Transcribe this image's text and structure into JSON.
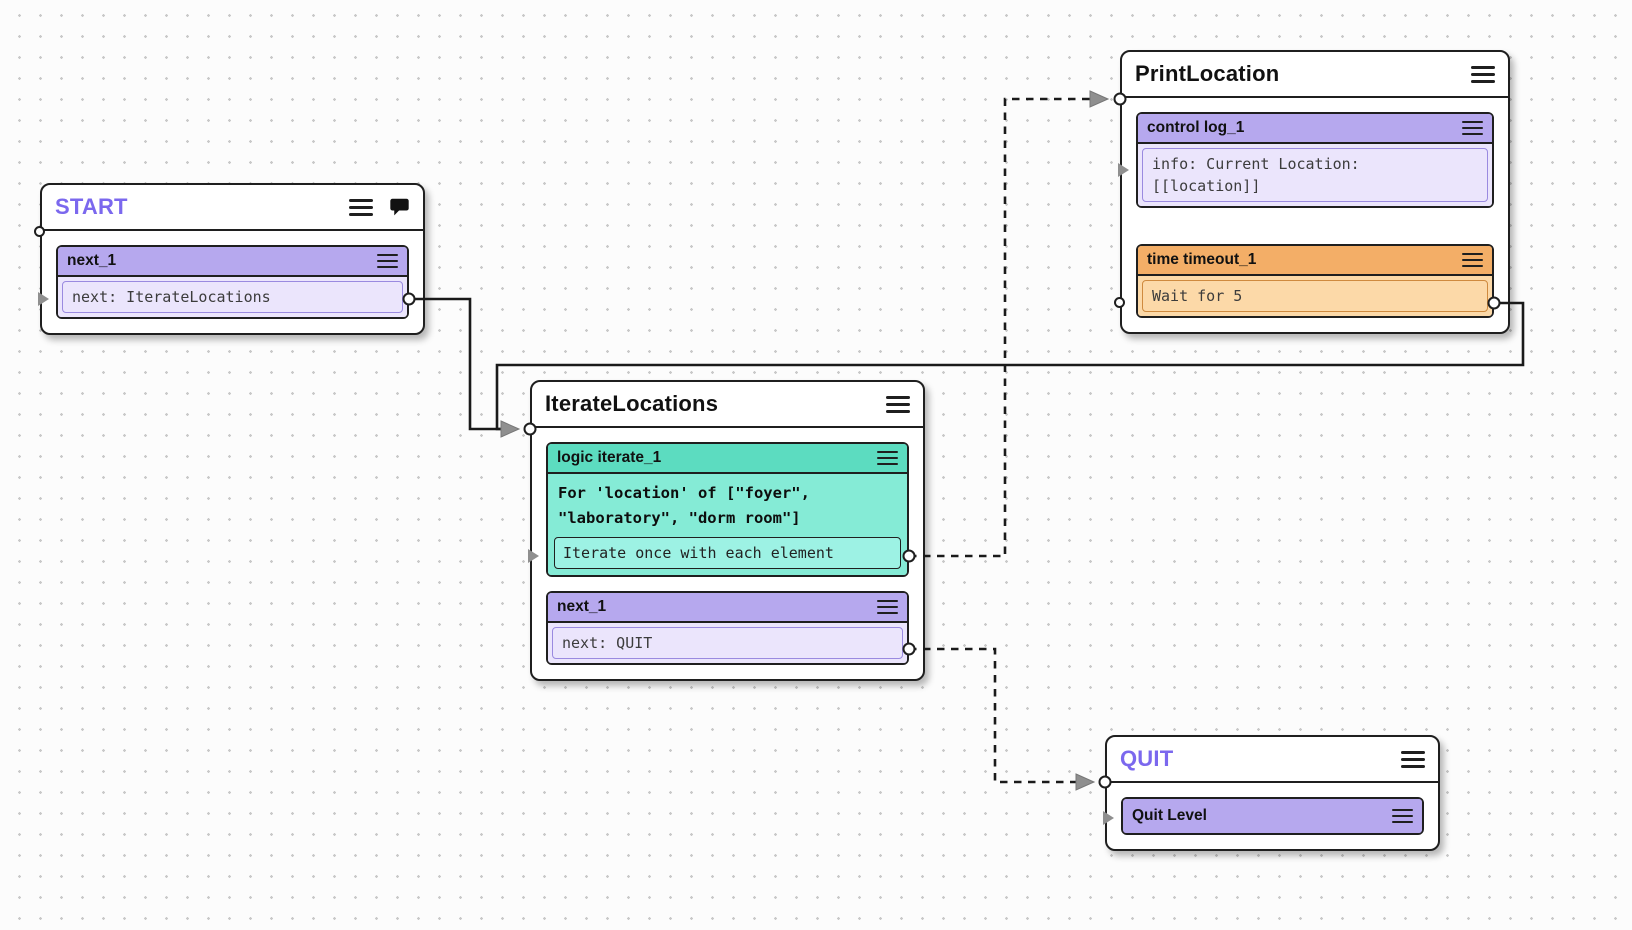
{
  "colors": {
    "canvas_bg": "#fcfcfc",
    "dot": "#c9c9c9",
    "node_border": "#1f1f1f",
    "wire": "#1a1a1a",
    "arrow_gray": "#8f8f8f",
    "purple_header": "#b6a8ee",
    "purple_body": "#ebe5fc",
    "purple_inner": "#9a8ae0",
    "purple_title": "#7b68ee",
    "teal_header": "#5cdcc0",
    "teal_body": "#85ebd6",
    "teal_footer": "#9df2e4",
    "orange_header": "#f3ae67",
    "orange_body": "#fcd9a8",
    "orange_inner": "#cf8a3e"
  },
  "nodes": {
    "start": {
      "title": "START",
      "next_block": {
        "header": "next_1",
        "body": "next: IterateLocations"
      }
    },
    "print_location": {
      "title": "PrintLocation",
      "log_block": {
        "header": "control log_1",
        "body_lines": [
          "info: Current Location:",
          "[[location]]"
        ]
      },
      "timeout_block": {
        "header": "time timeout_1",
        "body": "Wait for 5"
      }
    },
    "iterate_locations": {
      "title": "IterateLocations",
      "iterate_block": {
        "header": "logic iterate_1",
        "body_lines": [
          "For 'location' of [\"foyer\",",
          "\"laboratory\", \"dorm room\"]"
        ],
        "footer": "Iterate once with each element"
      },
      "next_block": {
        "header": "next_1",
        "body": "next: QUIT"
      }
    },
    "quit": {
      "title": "QUIT",
      "quit_block": {
        "header": "Quit Level"
      }
    }
  },
  "connections": [
    {
      "from": "START.next_1",
      "to": "IterateLocations",
      "style": "solid"
    },
    {
      "from": "PrintLocation.timeout_1",
      "to": "IterateLocations",
      "style": "solid"
    },
    {
      "from": "IterateLocations.iterate_1",
      "to": "PrintLocation",
      "style": "dashed"
    },
    {
      "from": "IterateLocations.next_1",
      "to": "QUIT",
      "style": "dashed"
    }
  ]
}
